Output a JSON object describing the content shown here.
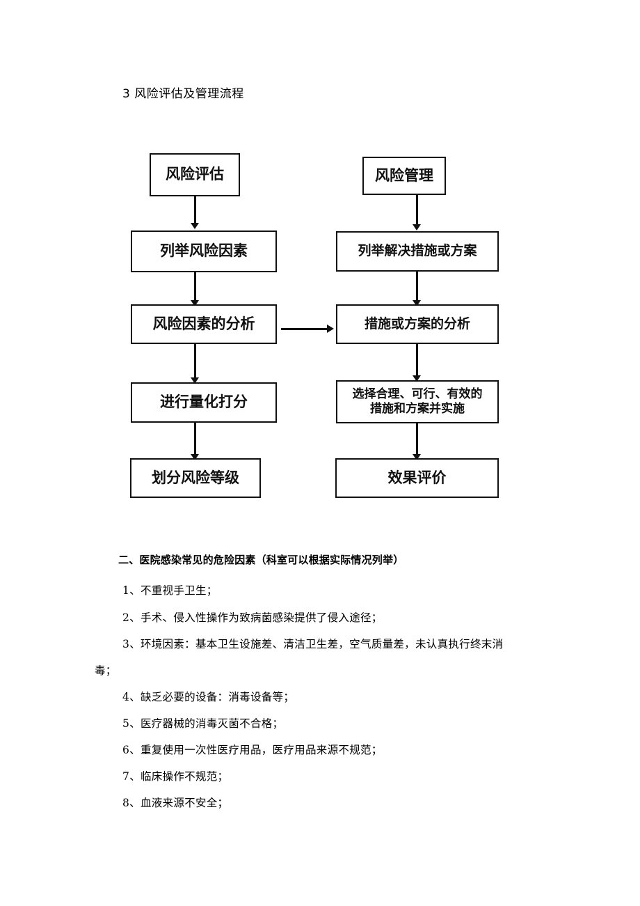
{
  "document": {
    "title": "3 风险评估及管理流程"
  },
  "flowchart": {
    "left_column": {
      "nodes": [
        {
          "label": "风险评估"
        },
        {
          "label": "列举风险因素"
        },
        {
          "label": "风险因素的分析"
        },
        {
          "label": "进行量化打分"
        },
        {
          "label": "划分风险等级"
        }
      ]
    },
    "right_column": {
      "nodes": [
        {
          "label": "风险管理"
        },
        {
          "label": "列举解决措施或方案"
        },
        {
          "label": "措施或方案的分析"
        },
        {
          "label": "选择合理、可行、有效的\n措施和方案并实施"
        },
        {
          "label": "效果评价"
        }
      ]
    },
    "cross_link": {
      "from": "风险因素的分析",
      "to": "措施或方案的分析",
      "direction": "right"
    },
    "colors": {
      "stroke": "#111111",
      "fill": "#ffffff",
      "text": "#111111"
    }
  },
  "section": {
    "heading": "二、医院感染常见的危险因素（科室可以根据实际情况列举）",
    "items": [
      "1、不重视手卫生；",
      "2、手术、侵入性操作为致病菌感染提供了侵入途径；",
      "3、环境因素：基本卫生设施差、清洁卫生差，空气质量差，未认真执行终末消",
      "毒；",
      "4、缺乏必要的设备：消毒设备等；",
      "5、医疗器械的消毒灭菌不合格；",
      "6、重复使用一次性医疗用品，医疗用品来源不规范；",
      "7、临床操作不规范；",
      "8、血液来源不安全；"
    ]
  }
}
